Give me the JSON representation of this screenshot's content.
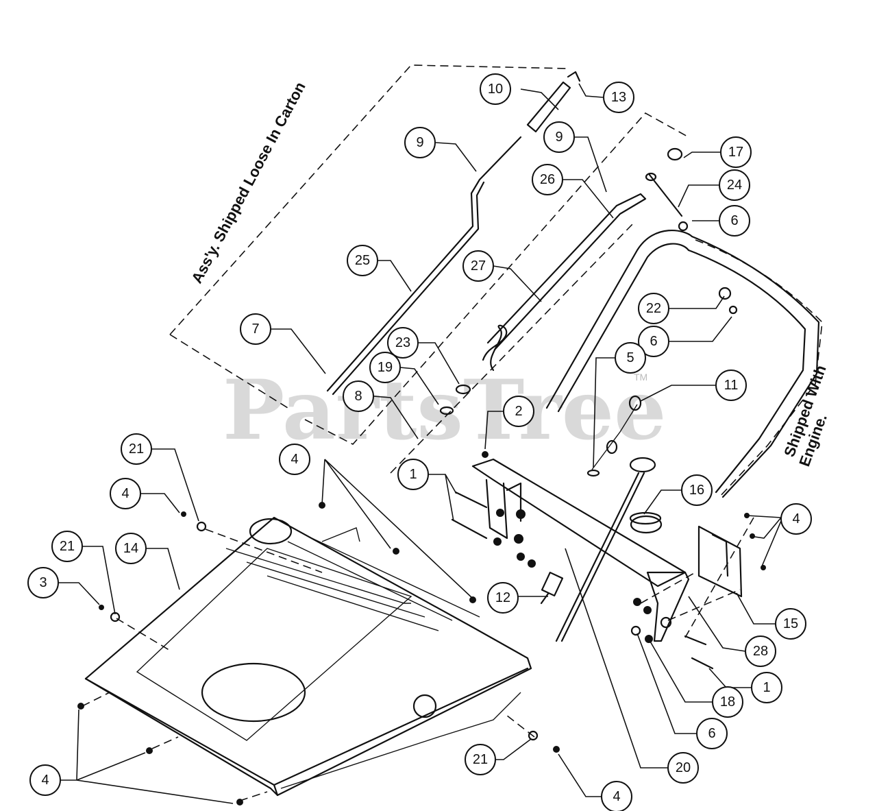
{
  "notes": {
    "loose_assembly": "Ass'y. Shipped Loose In Carton",
    "shipped_engine_line1": "Shipped With",
    "shipped_engine_line2": "Engine."
  },
  "watermark": {
    "text": "PartsTree",
    "tm": "TM"
  },
  "callouts": [
    {
      "id": "c10",
      "label": "10"
    },
    {
      "id": "c13",
      "label": "13"
    },
    {
      "id": "c9a",
      "label": "9"
    },
    {
      "id": "c9b",
      "label": "9"
    },
    {
      "id": "c17",
      "label": "17"
    },
    {
      "id": "c26",
      "label": "26"
    },
    {
      "id": "c24",
      "label": "24"
    },
    {
      "id": "c6a",
      "label": "6"
    },
    {
      "id": "c25",
      "label": "25"
    },
    {
      "id": "c27",
      "label": "27"
    },
    {
      "id": "c22",
      "label": "22"
    },
    {
      "id": "c6b",
      "label": "6"
    },
    {
      "id": "c7",
      "label": "7"
    },
    {
      "id": "c23",
      "label": "23"
    },
    {
      "id": "c5",
      "label": "5"
    },
    {
      "id": "c19",
      "label": "19"
    },
    {
      "id": "c11",
      "label": "11"
    },
    {
      "id": "c8",
      "label": "8"
    },
    {
      "id": "c2",
      "label": "2"
    },
    {
      "id": "c21a",
      "label": "21"
    },
    {
      "id": "c4a",
      "label": "4"
    },
    {
      "id": "c1a",
      "label": "1"
    },
    {
      "id": "c16",
      "label": "16"
    },
    {
      "id": "c4b",
      "label": "4"
    },
    {
      "id": "c4c",
      "label": "4"
    },
    {
      "id": "c21b",
      "label": "21"
    },
    {
      "id": "c14",
      "label": "14"
    },
    {
      "id": "c3",
      "label": "3"
    },
    {
      "id": "c12",
      "label": "12"
    },
    {
      "id": "c15",
      "label": "15"
    },
    {
      "id": "c28",
      "label": "28"
    },
    {
      "id": "c1b",
      "label": "1"
    },
    {
      "id": "c18",
      "label": "18"
    },
    {
      "id": "c6c",
      "label": "6"
    },
    {
      "id": "c21c",
      "label": "21"
    },
    {
      "id": "c4d",
      "label": "4"
    },
    {
      "id": "c20",
      "label": "20"
    },
    {
      "id": "c4e",
      "label": "4"
    }
  ]
}
